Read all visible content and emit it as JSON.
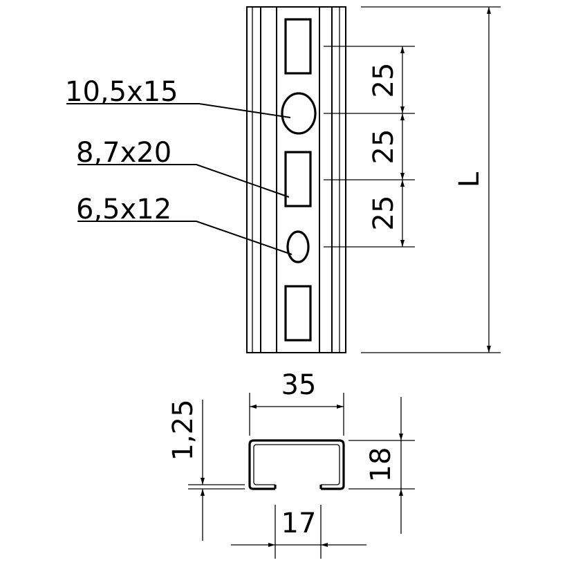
{
  "hole_labels": {
    "large_slot": "10,5x15",
    "long_slot": "8,7x20",
    "small_slot": "6,5x12"
  },
  "dimensions": {
    "pitch_1": "25",
    "pitch_2": "25",
    "pitch_3": "25",
    "length": "L",
    "width": "35",
    "thickness": "1,25",
    "height": "18",
    "opening": "17"
  }
}
